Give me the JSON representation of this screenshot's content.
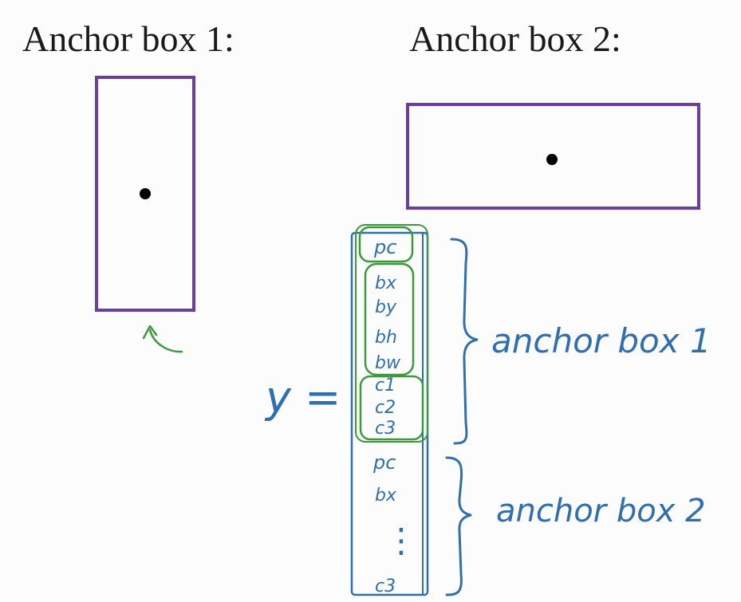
{
  "titles": {
    "anchor_box_1": "Anchor box 1:",
    "anchor_box_2": "Anchor box 2:"
  },
  "vector": {
    "y_label": "y =",
    "anchor1_entries": [
      "pc",
      "bx",
      "by",
      "bh",
      "bw",
      "c1",
      "c2",
      "c3"
    ],
    "anchor2_entries": [
      "pc",
      "bx",
      "c3"
    ],
    "ellipsis": "⋮"
  },
  "brace_labels": {
    "anchor1": "anchor box 1",
    "anchor2": "anchor box 2"
  },
  "colors": {
    "box_outline": "#6a3da0",
    "ink_blue": "#2f6fb0",
    "ink_green": "#3c9a3c",
    "dot": "#000000",
    "title_text": "#1a1a1a",
    "background": "#fdfcfc"
  },
  "icons": {
    "pointer_arrow": "curved-arrow-icon",
    "center_dot": "dot-icon"
  }
}
